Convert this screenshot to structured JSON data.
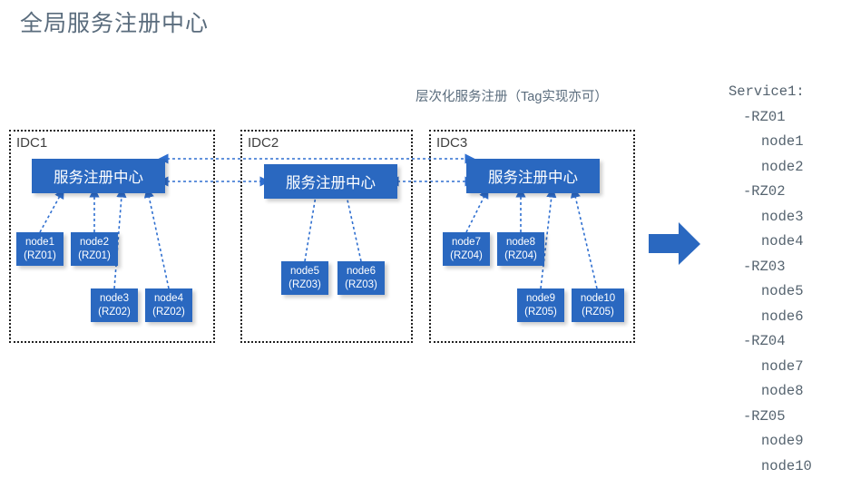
{
  "page": {
    "title": "全局服务注册中心",
    "hierarchy_label": "层次化服务注册（Tag实现亦可）",
    "accent_color": "#2a68c0",
    "title_color": "#5a6c7d",
    "link_color": "#2f6fd0",
    "box_border_color": "#222222"
  },
  "idcs": [
    {
      "id": "idc1",
      "label": "IDC1",
      "registry": {
        "label": "服务注册中心"
      },
      "nodes": [
        {
          "name": "node1",
          "zone": "(RZ01)"
        },
        {
          "name": "node2",
          "zone": "(RZ01)"
        },
        {
          "name": "node3",
          "zone": "(RZ02)"
        },
        {
          "name": "node4",
          "zone": "(RZ02)"
        }
      ]
    },
    {
      "id": "idc2",
      "label": "IDC2",
      "registry": {
        "label": "服务注册中心"
      },
      "nodes": [
        {
          "name": "node5",
          "zone": "(RZ03)"
        },
        {
          "name": "node6",
          "zone": "(RZ03)"
        }
      ]
    },
    {
      "id": "idc3",
      "label": "IDC3",
      "registry": {
        "label": "服务注册中心"
      },
      "nodes": [
        {
          "name": "node7",
          "zone": "(RZ04)"
        },
        {
          "name": "node8",
          "zone": "(RZ04)"
        },
        {
          "name": "node9",
          "zone": "(RZ05)"
        },
        {
          "name": "node10",
          "zone": "(RZ05)"
        }
      ]
    }
  ],
  "flow_arrow": {
    "icon": "right-arrow-icon"
  },
  "service_list": {
    "lines": [
      {
        "text": "Service1:",
        "level": 0
      },
      {
        "text": "-RZ01",
        "level": 1
      },
      {
        "text": "node1",
        "level": 2
      },
      {
        "text": "node2",
        "level": 2
      },
      {
        "text": "-RZ02",
        "level": 1
      },
      {
        "text": "node3",
        "level": 2
      },
      {
        "text": "node4",
        "level": 2
      },
      {
        "text": "-RZ03",
        "level": 1
      },
      {
        "text": "node5",
        "level": 2
      },
      {
        "text": "node6",
        "level": 2
      },
      {
        "text": "-RZ04",
        "level": 1
      },
      {
        "text": "node7",
        "level": 2
      },
      {
        "text": "node8",
        "level": 2
      },
      {
        "text": "-RZ05",
        "level": 1
      },
      {
        "text": "node9",
        "level": 2
      },
      {
        "text": "node10",
        "level": 2
      }
    ]
  }
}
